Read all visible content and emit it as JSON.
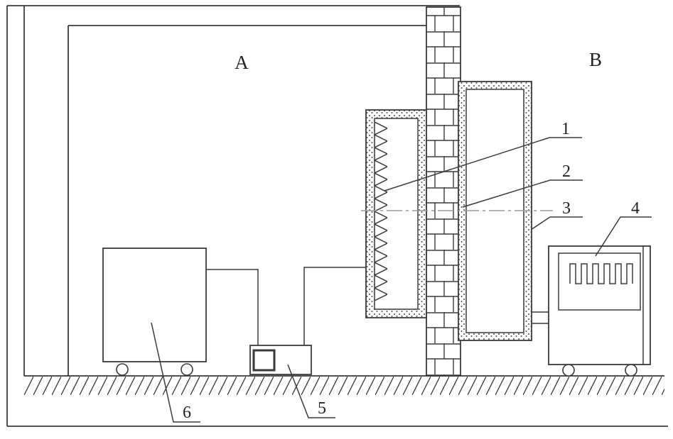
{
  "figure": {
    "regions": {
      "a": "A",
      "b": "B"
    },
    "callouts": {
      "c1": "1",
      "c2": "2",
      "c3": "3",
      "c4": "4",
      "c5": "5",
      "c6": "6"
    },
    "colors": {
      "line": "#3a3a3a",
      "centerline": "#9a9a9a",
      "background": "#ffffff"
    }
  }
}
